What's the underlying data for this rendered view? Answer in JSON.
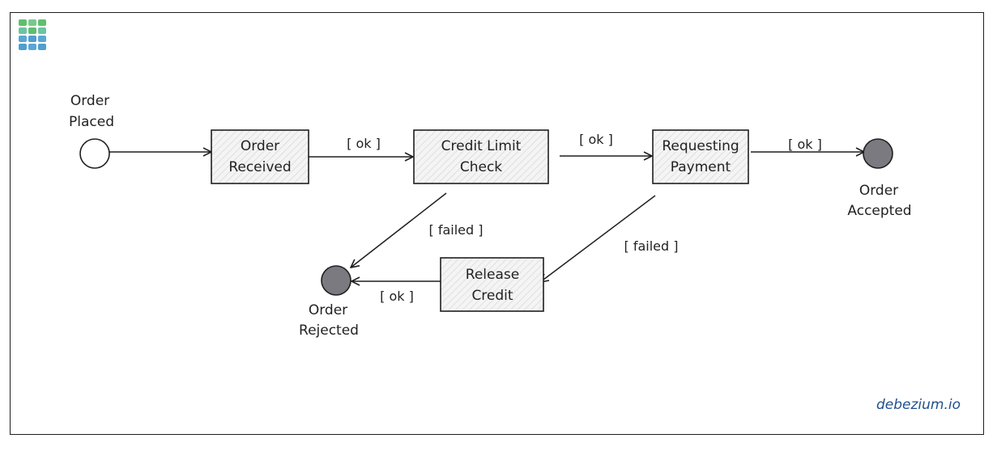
{
  "brand_text": "debezium.io",
  "start_state": {
    "label_line1": "Order",
    "label_line2": "Placed"
  },
  "states": {
    "order_received": {
      "line1": "Order",
      "line2": "Received"
    },
    "credit_limit_check": {
      "line1": "Credit Limit",
      "line2": "Check"
    },
    "requesting_payment": {
      "line1": "Requesting",
      "line2": "Payment"
    },
    "release_credit": {
      "line1": "Release",
      "line2": "Credit"
    }
  },
  "end_states": {
    "accepted": {
      "line1": "Order",
      "line2": "Accepted"
    },
    "rejected": {
      "line1": "Order",
      "line2": "Rejected"
    }
  },
  "transitions": {
    "received_to_check": "[ ok ]",
    "check_to_payment": "[ ok ]",
    "payment_to_accepted": "[ ok ]",
    "check_failed": "[ failed ]",
    "payment_failed": "[ failed ]",
    "release_to_rejected": "[ ok ]"
  },
  "colors": {
    "stroke": "#1f1f1f",
    "box_fill": "#f2f2f2",
    "end_fill": "#7a7a80",
    "logo_green": "#5fbf6e",
    "logo_blue": "#5aa7d6"
  },
  "icons": {
    "logo": "grid-logo-icon"
  }
}
